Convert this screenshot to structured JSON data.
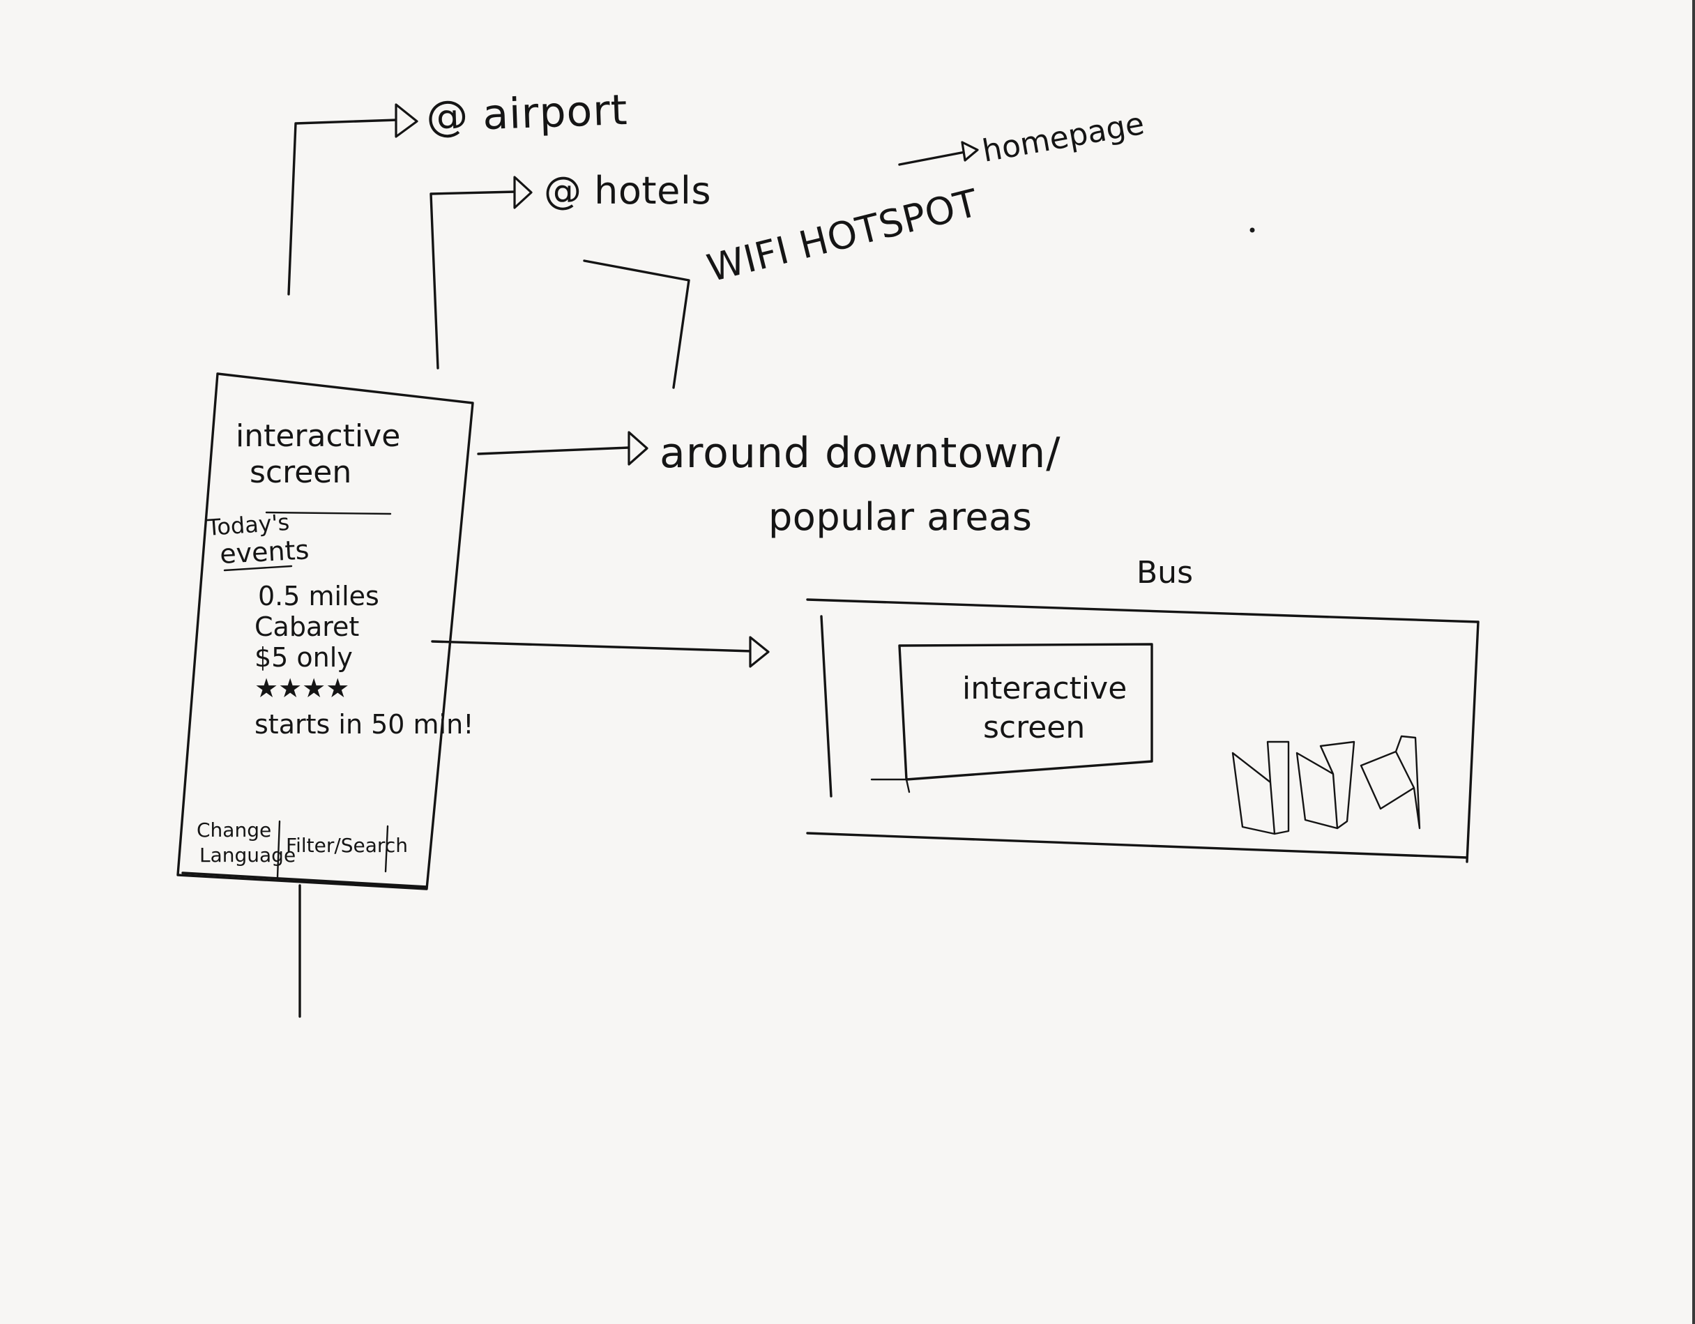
{
  "diagram": {
    "nodes": {
      "airport": "@ airport",
      "hotels": "@ hotels",
      "wifi_hotspot": "WIFI HOTSPOT",
      "homepage": "homepage",
      "downtown_line1": "around downtown/",
      "downtown_line2": "popular areas",
      "bus_label": "Bus"
    },
    "kiosk": {
      "title_line1": "interactive",
      "title_line2": "screen",
      "section_heading_line1": "Today's",
      "section_heading_line2": "events",
      "event_details": [
        "0.5 miles",
        "Cabaret",
        "$5 only",
        "★★★★",
        "starts in 50 min!"
      ],
      "footer_buttons": [
        {
          "line1": "Change",
          "line2": "Language"
        },
        {
          "line1": "Filter/Search",
          "line2": ""
        }
      ]
    },
    "bus": {
      "screen_line1": "interactive",
      "screen_line2": "screen"
    }
  }
}
